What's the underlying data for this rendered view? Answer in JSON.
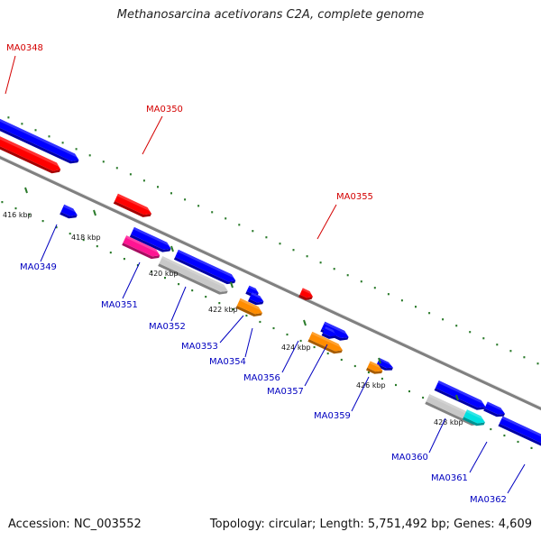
{
  "title": "Methanosarcina acetivorans C2A, complete genome",
  "accession": "Accession: NC_003552",
  "summary": "Topology: circular; Length: 5,751,492 bp; Genes: 4,609",
  "colors": {
    "top_label": "#d40000",
    "bottom_label": "#0000c0",
    "tick": "#2a7a2a",
    "backbone": "#808080"
  },
  "ticks": [
    {
      "label": "416 kbp"
    },
    {
      "label": "418 kbp"
    },
    {
      "label": "420 kbp"
    },
    {
      "label": "422 kbp"
    },
    {
      "label": "424 kbp"
    },
    {
      "label": "426 kbp"
    },
    {
      "label": "428 kbp"
    }
  ],
  "genes": [
    {
      "name": "MA0348",
      "side": "top",
      "color": "#ff0000"
    },
    {
      "name": "MA0349",
      "side": "bottom",
      "color": "#0000ff"
    },
    {
      "name": "MA0350",
      "side": "top",
      "color": "#ff0000"
    },
    {
      "name": "MA0351",
      "side": "bottom",
      "color": "#ff1493"
    },
    {
      "name": "MA0352",
      "side": "bottom",
      "color": "#c8c8c8"
    },
    {
      "name": "MA0353",
      "side": "bottom",
      "color": "#ff8c00"
    },
    {
      "name": "MA0354",
      "side": "bottom",
      "color": "#0000ff"
    },
    {
      "name": "MA0355",
      "side": "top",
      "color": "#ff0000"
    },
    {
      "name": "MA0356",
      "side": "bottom",
      "color": "#ff8c00"
    },
    {
      "name": "MA0357",
      "side": "bottom",
      "color": "#0000ff"
    },
    {
      "name": "MA0359",
      "side": "bottom",
      "color": "#ff8c00"
    },
    {
      "name": "MA0360",
      "side": "bottom",
      "color": "#c8c8c8"
    },
    {
      "name": "MA0361",
      "side": "bottom",
      "color": "#00e0e0"
    },
    {
      "name": "MA0362",
      "side": "bottom",
      "color": "#0000ff"
    }
  ]
}
